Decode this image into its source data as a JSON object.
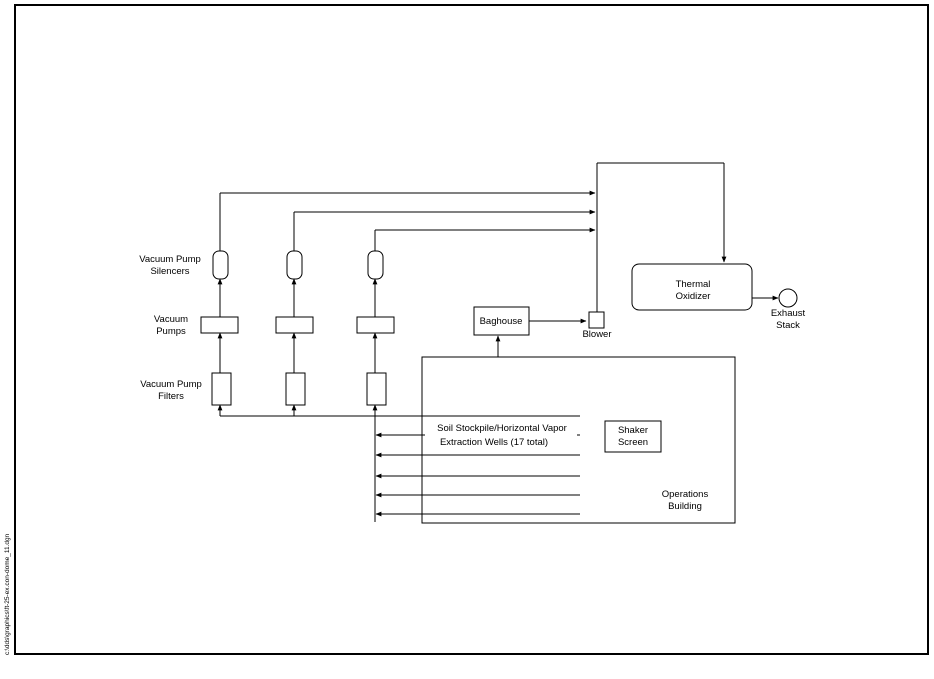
{
  "labels": {
    "silencers": [
      "Vacuum Pump",
      "Silencers"
    ],
    "pumps": [
      "Vacuum",
      "Pumps"
    ],
    "filters": [
      "Vacuum Pump",
      "Filters"
    ],
    "baghouse": "Baghouse",
    "blower": "Blower",
    "thermal_oxidizer": [
      "Thermal",
      "Oxidizer"
    ],
    "exhaust_stack": [
      "Exhaust",
      "Stack"
    ],
    "wells": [
      "Soil Stockpile/Horizontal Vapor",
      "Extraction Wells (17 total)"
    ],
    "shaker_screen": [
      "Shaker",
      "Screen"
    ],
    "operations_building": [
      "Operations",
      "Building"
    ],
    "file_ref": "c:\\dds\\graphics\\ft-25-ex.con-dome_11.dgn"
  },
  "style": {
    "line_color": "#000000",
    "background": "#ffffff"
  }
}
